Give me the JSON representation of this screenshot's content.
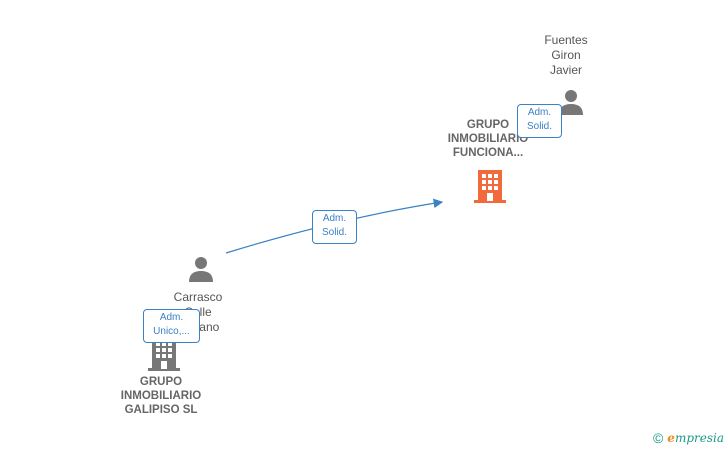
{
  "nodes": {
    "person_fuentes": {
      "label": "Fuentes\nGiron\nJavier"
    },
    "company_funcional": {
      "label": "GRUPO\nINMOBILIARIO\nFUNCIONA...",
      "color": "#f26a3b"
    },
    "person_carrasco": {
      "label": "Carrasco\nCalle\nSerrano"
    },
    "company_galipiso": {
      "label": "GRUPO\nINMOBILIARIO\nGALIPISO  SL",
      "color": "#777777"
    }
  },
  "edges": {
    "fuentes_to_funcional": {
      "label": "Adm.\nSolid."
    },
    "carrasco_to_funcional": {
      "label": "Adm.\nSolid."
    },
    "carrasco_to_galipiso": {
      "label": "Adm.\nUnico,..."
    }
  },
  "colors": {
    "edge": "#3b82c4",
    "person": "#777777"
  },
  "watermark": {
    "symbol": "©",
    "brand_initial": "e",
    "brand_rest": "mpresia"
  }
}
